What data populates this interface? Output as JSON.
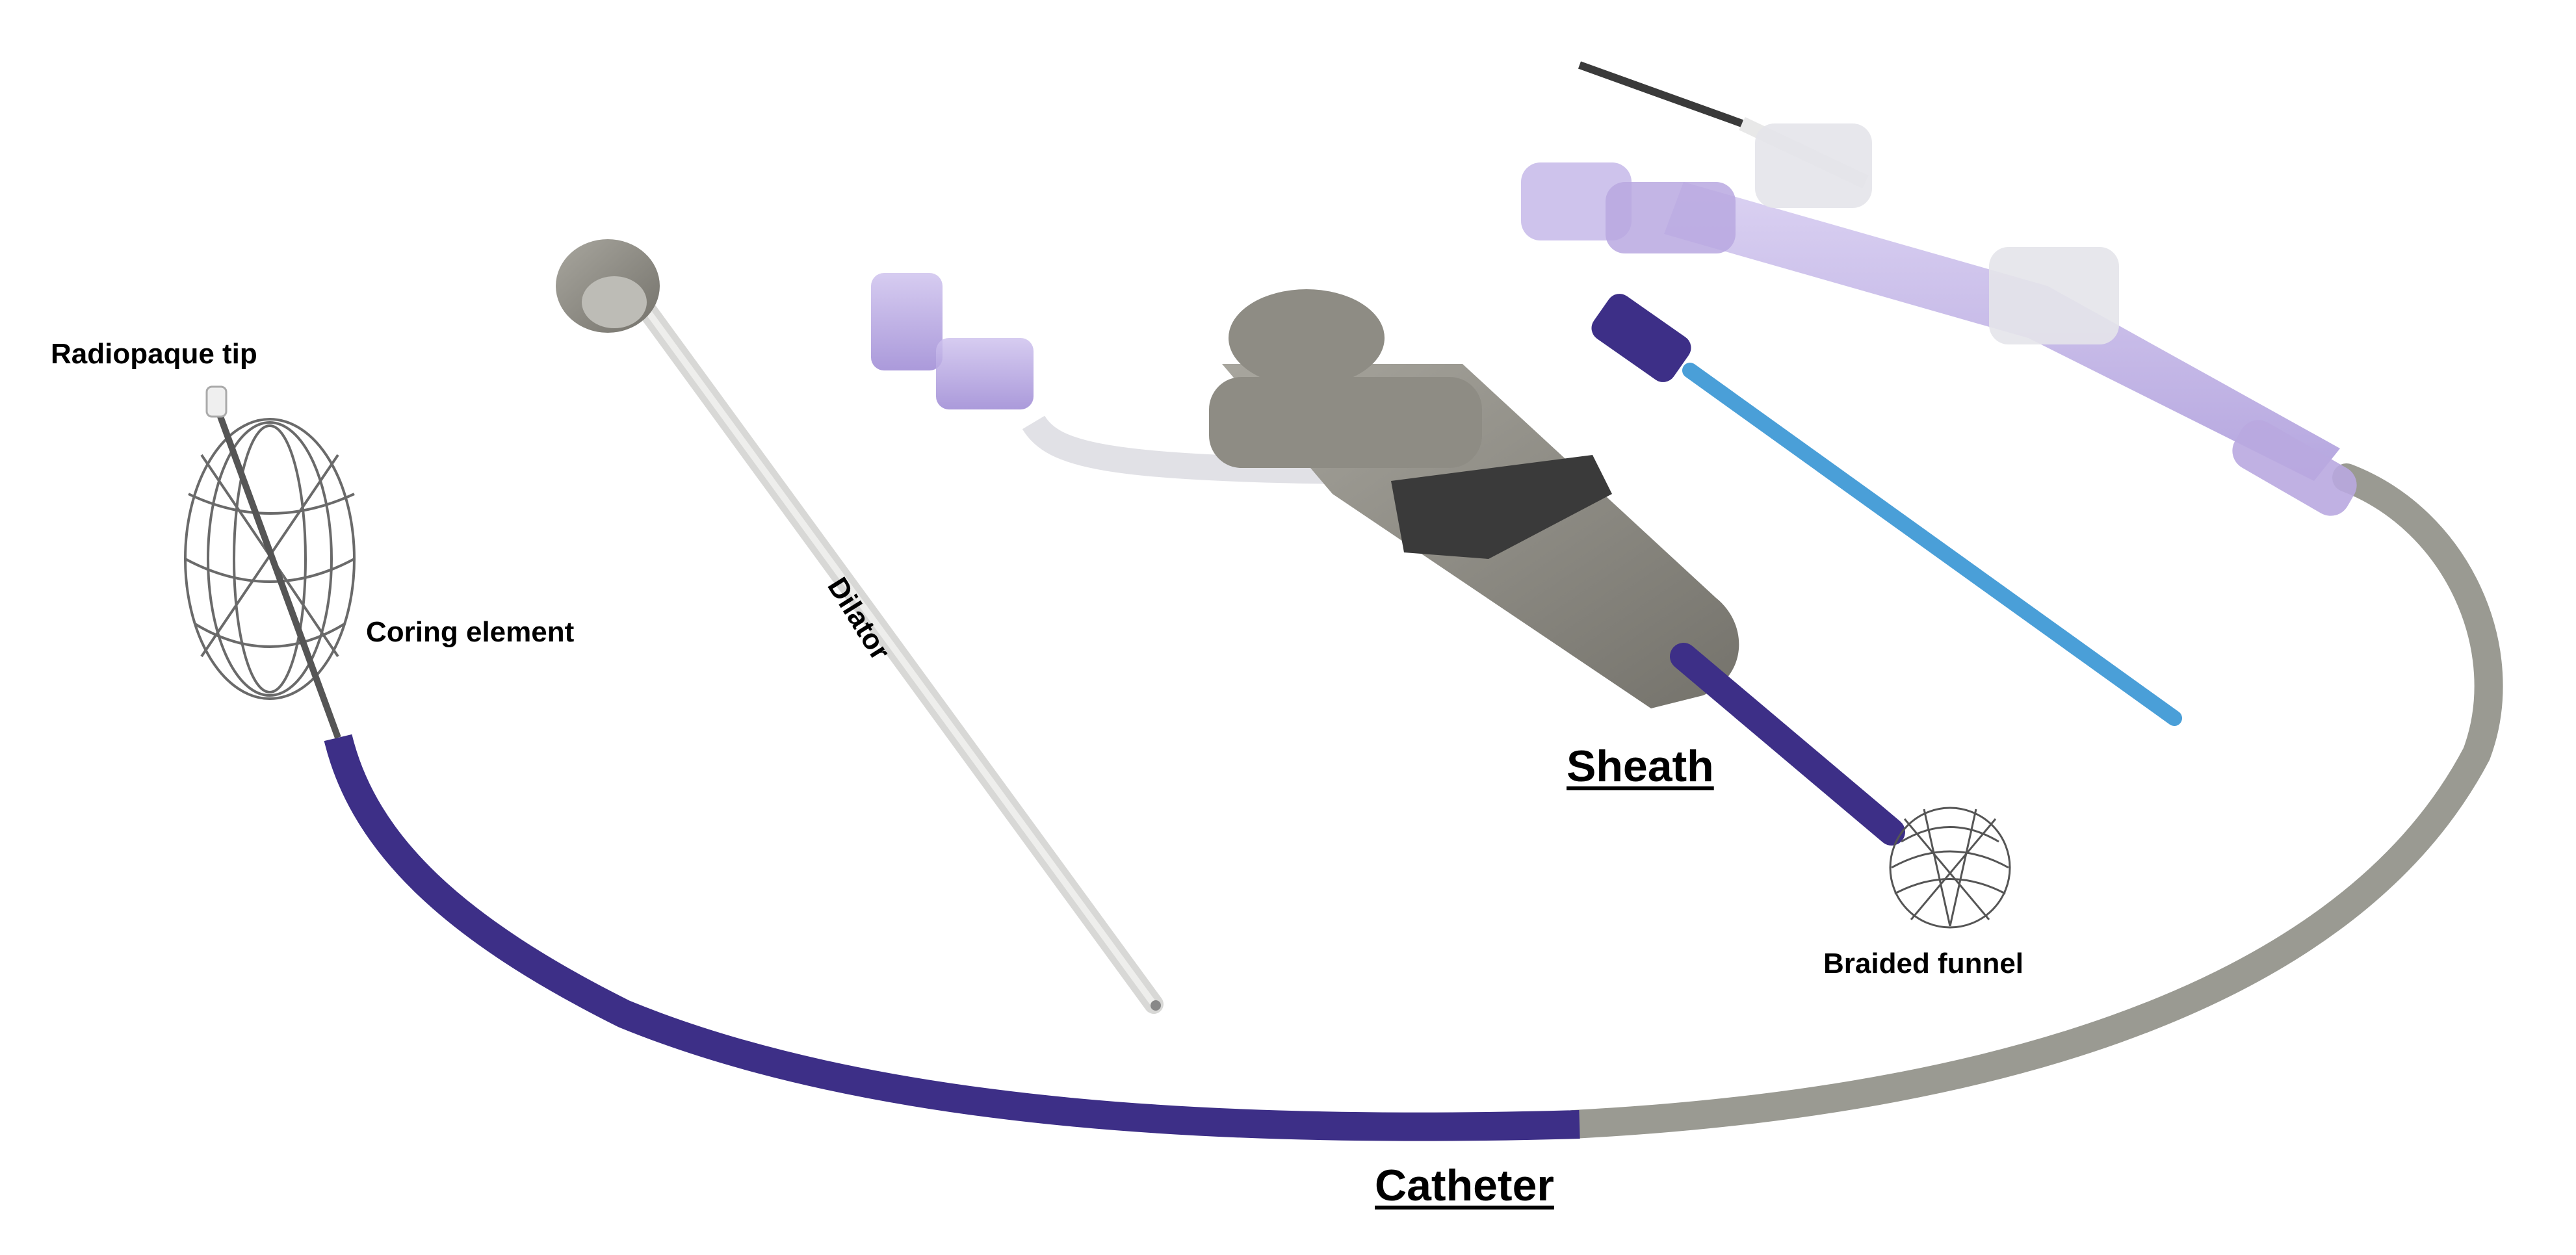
{
  "labels": {
    "radiopaque_tip": "Radiopaque tip",
    "coring_element": "Coring element",
    "dilator": "Dilator",
    "sheath": "Sheath",
    "braided_funnel": "Braided funnel",
    "catheter": "Catheter"
  },
  "colors": {
    "catheter_purple": "#3d2f87",
    "catheter_gray": "#9a9a92",
    "handle_gray": "#8e8c84",
    "handle_dark": "#3a3a3a",
    "dilator_white": "#dcdcdc",
    "blue_tube": "#4a9fd8",
    "translucent_purple": "#b9a8e0",
    "translucent_clear": "#e4e4ea",
    "mesh_gray": "#6a6a6a"
  }
}
